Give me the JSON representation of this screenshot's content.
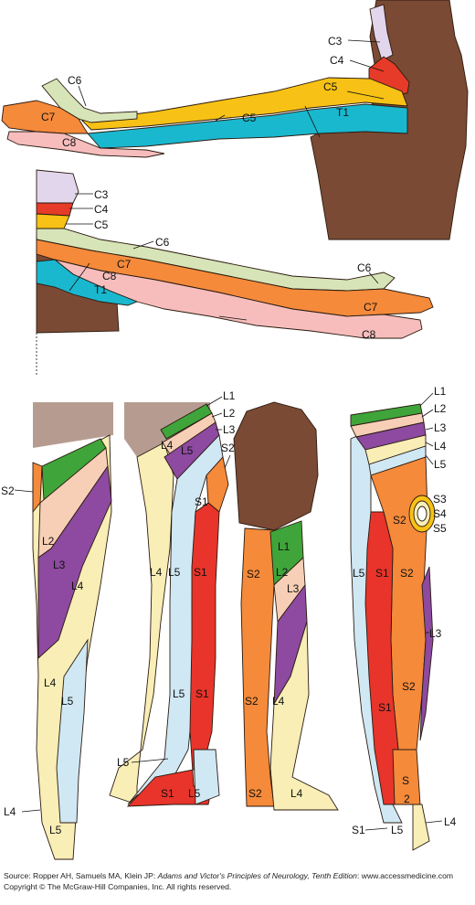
{
  "colors": {
    "skin": "#7a4a34",
    "skin_dark": "#5e3624",
    "C3": "#e2d6ec",
    "C4": "#e53b28",
    "C5": "#f7c215",
    "C6": "#d7e4b7",
    "C7": "#f58a3a",
    "C8": "#f7bdbd",
    "T1": "#19b8cf",
    "L1": "#3fa53a",
    "L2": "#f7cfb6",
    "L3": "#8d4aa0",
    "L4": "#f8eeb6",
    "L5": "#cfe8f4",
    "S1": "#e8342a",
    "S2": "#f58a3a",
    "S3": "#f7c215",
    "S4": "#f8eeb6",
    "S5": "#ffffff"
  },
  "arm_front": {
    "labels": {
      "C3": "C3",
      "C4": "C4",
      "C6": "C6",
      "C7": "C7",
      "C5": "C5",
      "T1": "T1",
      "C8": "C8"
    }
  },
  "arm_back": {
    "labels": {
      "C3": "C3",
      "C4": "C4",
      "C5": "C5",
      "C6": "C6",
      "C7": "C7",
      "C8": "C8",
      "T1": "T1",
      "C6_hand": "C6",
      "C7_hand": "C7",
      "C8_hand": "C8"
    }
  },
  "leg_front": {
    "labels": {
      "S2": "S2",
      "L2": "L2",
      "L3": "L3",
      "L4": "L4",
      "L4_low": "L4",
      "L5": "L5",
      "L4_foot": "L4",
      "L5_foot": "L5"
    }
  },
  "leg_medial": {
    "labels": {
      "L1": "L1",
      "L2": "L2",
      "L3": "L3",
      "S2": "S2",
      "L4": "L4",
      "L5": "L5",
      "S1": "S1",
      "L4_mid": "L4",
      "L5_mid": "L5",
      "S1_mid": "S1",
      "L5_low": "L5",
      "S1_low": "S1",
      "L5_ankle": "L5",
      "S1_heel": "S1",
      "L5_heel": "L5"
    }
  },
  "leg_post_medial": {
    "labels": {
      "L1": "L1",
      "L2": "L2",
      "L3": "L3",
      "S2": "S2",
      "S2_mid": "S2",
      "L4": "L4",
      "S2_heel": "S2",
      "L4_foot": "L4"
    }
  },
  "leg_back": {
    "labels": {
      "L1": "L1",
      "L2": "L2",
      "L3": "L3",
      "L4": "L4",
      "L5": "L5",
      "S3": "S3",
      "S4": "S4",
      "S5": "S5",
      "S2_butt": "S2",
      "S1": "S1",
      "S2": "S2",
      "L3_calf": "L3",
      "S2_calf": "S2",
      "S1_calf": "S1",
      "S_heel": "S",
      "two_heel": "2",
      "S1_foot": "S1",
      "L5_foot": "L5",
      "L4_foot": "L4"
    }
  },
  "footer": {
    "source_prefix": "Source: Ropper AH, Samuels MA, Klein JP: ",
    "source_title": "Adams and Victor's Principles of Neurology, Tenth Edition",
    "source_suffix": ": www.accessmedicine.com",
    "copyright": "Copyright © The McGraw-Hill Companies, Inc. All rights reserved."
  }
}
